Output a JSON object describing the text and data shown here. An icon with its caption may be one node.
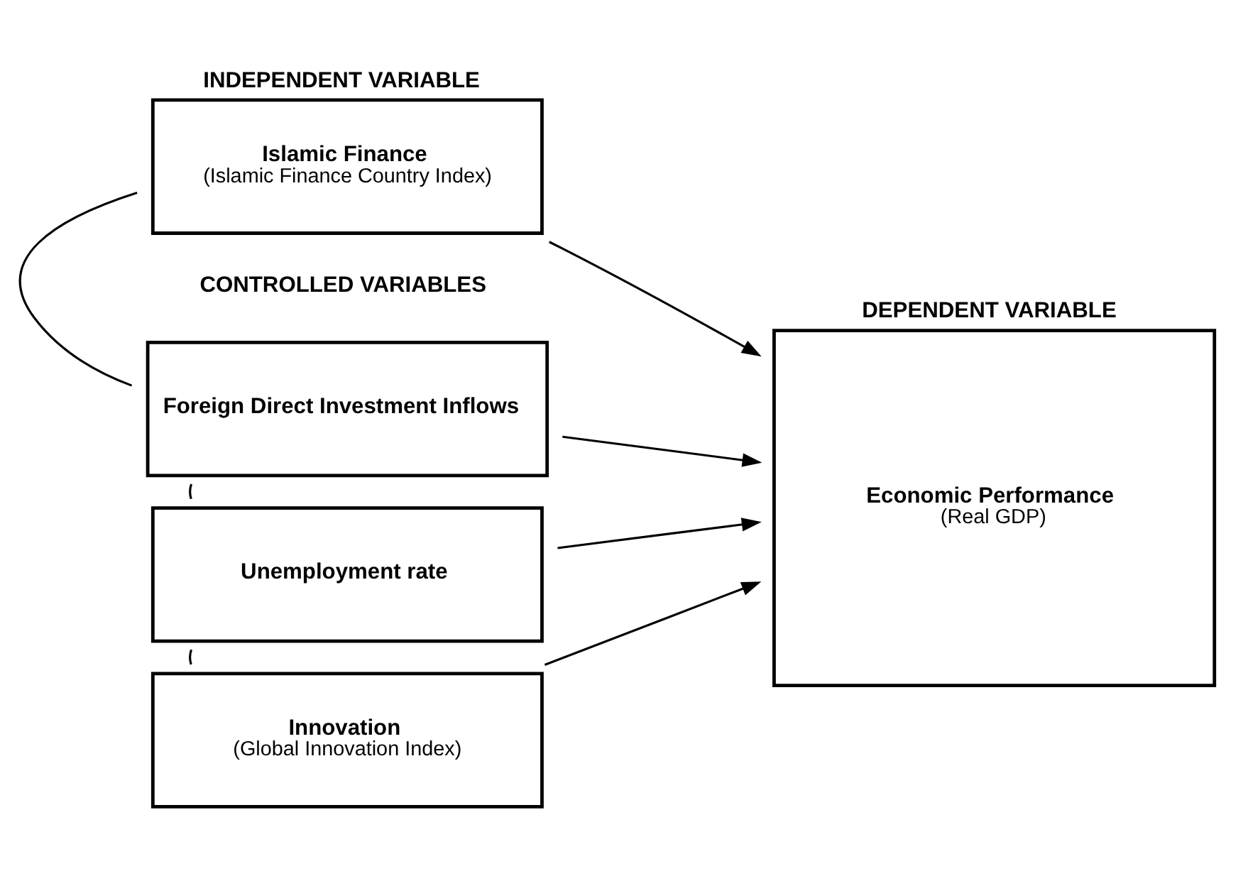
{
  "diagram": {
    "nodes": [
      {
        "text": [
          "INDEPENDENT VARIABLE",
          "Islamic Finance",
          "(Islamic Finance Country Index)"
        ]
      },
      {
        "text": [
          "Foreign Direct Investment Inflows"
        ]
      },
      {
        "text": [
          "Unemployment rate"
        ]
      },
      {
        "text": [
          "Innovation",
          "(Global Innovation Index)"
        ]
      },
      {
        "text": [
          "DEPENDENT VARIABLE",
          "Economic Performance",
          "(Real GDP)"
        ]
      }
    ],
    "edges": [
      {
        "from": 0,
        "to": 4,
        "arrow": "to"
      },
      {
        "from": 1,
        "to": 4,
        "arrow": "to"
      },
      {
        "from": 2,
        "to": 4,
        "arrow": "to"
      },
      {
        "from": 3,
        "to": 4,
        "arrow": "to"
      },
      {
        "from": 0,
        "to": 1,
        "arrow": "none"
      },
      {
        "from": 1,
        "to": 2,
        "arrow": "none"
      },
      {
        "from": 2,
        "to": 3,
        "arrow": "none"
      }
    ],
    "labels": [
      "CONTROLLED VARIABLES"
    ]
  }
}
